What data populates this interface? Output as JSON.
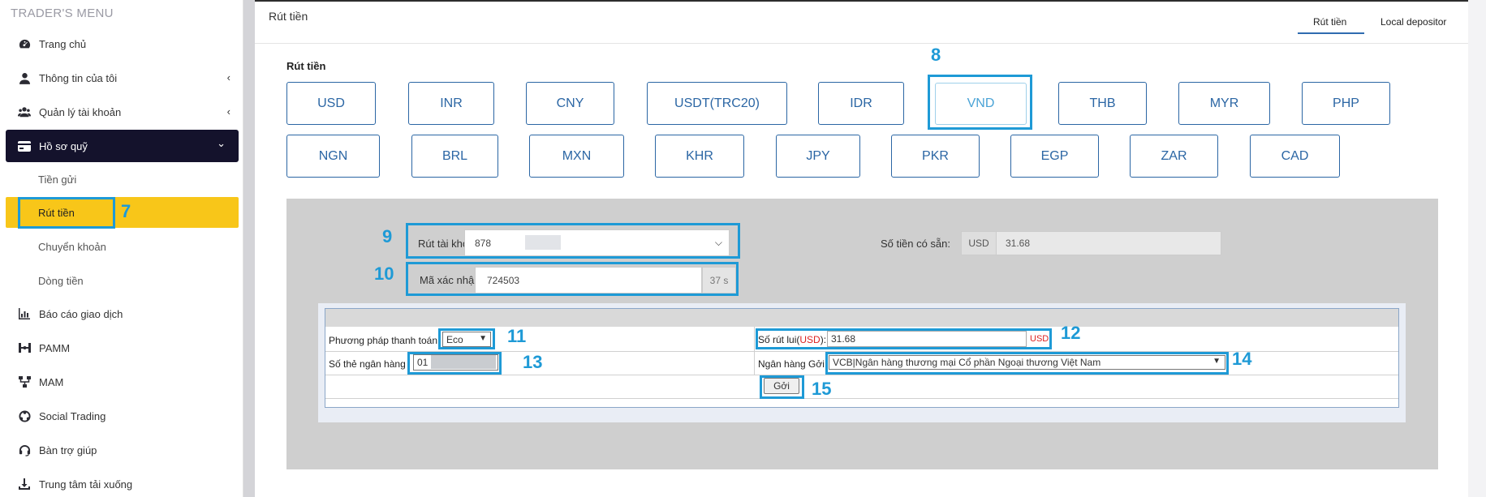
{
  "sidebar": {
    "title": "TRADER'S MENU",
    "items": [
      {
        "label": "Trang chủ",
        "icon": "dashboard-icon"
      },
      {
        "label": "Thông tin của tôi",
        "icon": "user-icon",
        "chevron": "‹"
      },
      {
        "label": "Quản lý tài khoản",
        "icon": "users-icon",
        "chevron": "‹"
      },
      {
        "label": "Hồ sơ quỹ",
        "icon": "wallet-icon",
        "chevron": "⌄"
      },
      {
        "label": "Báo cáo giao dịch",
        "icon": "chart-icon"
      },
      {
        "label": "PAMM",
        "icon": "pamm-icon"
      },
      {
        "label": "MAM",
        "icon": "network-icon"
      },
      {
        "label": "Social Trading",
        "icon": "social-icon"
      },
      {
        "label": "Bàn trợ giúp",
        "icon": "headset-icon"
      },
      {
        "label": "Trung tâm tải xuống",
        "icon": "download-icon"
      }
    ],
    "subitems": [
      "Tiền gửi",
      "Rút tiền",
      "Chuyển khoản",
      "Dòng tiền"
    ]
  },
  "header": {
    "breadcrumb": "Rút tiền",
    "tabs": [
      "Rút tiền",
      "Local depositor"
    ]
  },
  "section_label": "Rút tiền",
  "currencies_row1": [
    "USD",
    "INR",
    "CNY",
    "USDT(TRC20)",
    "IDR",
    "VND",
    "THB",
    "MYR",
    "PHP"
  ],
  "currencies_row2": [
    "NGN",
    "BRL",
    "MXN",
    "KHR",
    "JPY",
    "PKR",
    "EGP",
    "ZAR",
    "CAD"
  ],
  "form": {
    "account_label": "Rút tài khoản",
    "required_mark": "*:",
    "account_value": "878",
    "otp_label": "Mã xác nhận",
    "otp_value": "724503",
    "otp_timer": "37 s",
    "balance_label": "Số tiền có sẵn:",
    "balance_currency": "USD",
    "balance_value": "31.68"
  },
  "payment": {
    "method_label": "Phương pháp thanh toán",
    "method_value": "Eco",
    "amount_label_prefix": "Số rút lui(",
    "amount_label_cur": "USD",
    "amount_label_suffix": "):",
    "amount_value": "31.68",
    "amount_unit": "USD",
    "card_label": "Số thẻ ngân hàng",
    "card_value": "01",
    "bank_label": "Ngân hàng Gởi:",
    "bank_value": "VCB|Ngân hàng thương mại Cổ phần Ngoại thương Việt Nam",
    "submit_label": "Gởi"
  },
  "annotations": [
    "7",
    "8",
    "9",
    "10",
    "11",
    "12",
    "13",
    "14",
    "15"
  ],
  "colors": {
    "accent": "#2b66a4",
    "sidebar_active": "#14122c",
    "selected": "#f8c619",
    "annotation": "#1e9ad6"
  }
}
